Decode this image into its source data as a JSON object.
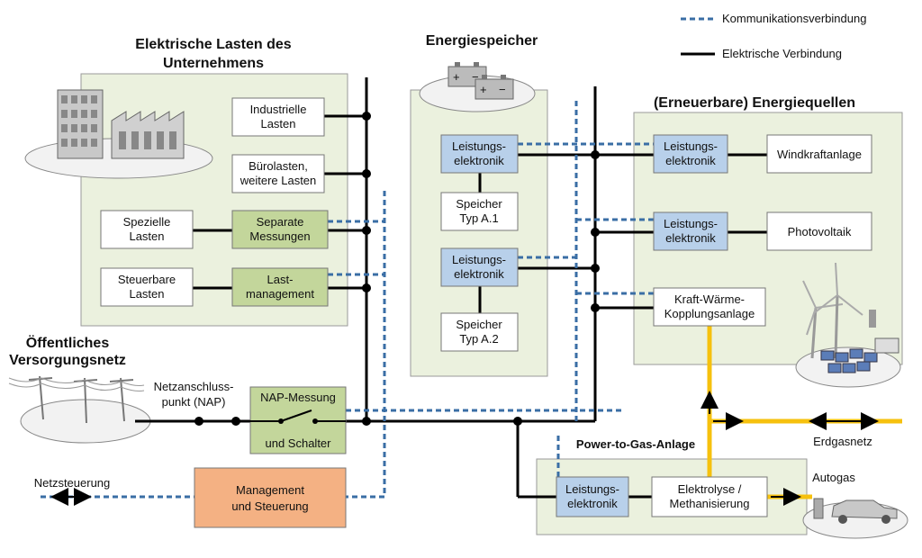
{
  "legend": {
    "communication": "Kommunikationsverbindung",
    "electric": "Elektrische Verbindung"
  },
  "headings": {
    "loads_line1": "Elektrische Lasten des",
    "loads_line2": "Unternehmens",
    "storage": "Energiespeicher",
    "sources": "(Erneuerbare) Energiequellen",
    "grid_line1": "Öffentliches",
    "grid_line2": "Versorgungsnetz",
    "p2g": "Power-to-Gas-Anlage"
  },
  "loads": {
    "industrial": [
      "Industrielle",
      "Lasten"
    ],
    "office": [
      "Bürolasten,",
      "weitere Lasten"
    ],
    "special": [
      "Spezielle",
      "Lasten"
    ],
    "separate": [
      "Separate",
      "Messungen"
    ],
    "controllable": [
      "Steuerbare",
      "Lasten"
    ],
    "lastmgmt": [
      "Last-",
      "management"
    ]
  },
  "storage": {
    "pe1": [
      "Leistungs-",
      "elektronik"
    ],
    "type1": [
      "Speicher",
      "Typ A.1"
    ],
    "pe2": [
      "Leistungs-",
      "elektronik"
    ],
    "type2": [
      "Speicher",
      "Typ A.2"
    ]
  },
  "sources": {
    "pe_wind": [
      "Leistungs-",
      "elektronik"
    ],
    "wind": "Windkraftanlage",
    "pe_pv": [
      "Leistungs-",
      "elektronik"
    ],
    "pv": "Photovoltaik",
    "chp": [
      "Kraft-Wärme-",
      "Kopplungsanlage"
    ]
  },
  "grid": {
    "nap": [
      "Netzanschluss-",
      "punkt (NAP)"
    ],
    "nap_box": [
      "NAP-Messung",
      "und Schalter"
    ],
    "mgmt": [
      "Management",
      "und Steuerung"
    ],
    "control": "Netzsteuerung"
  },
  "p2g": {
    "pe": [
      "Leistungs-",
      "elektronik"
    ],
    "elec": [
      "Elektrolyse /",
      "Methanisierung"
    ],
    "gasnet": "Erdgasnetz",
    "autogas": "Autogas"
  },
  "battery_signs": [
    "+",
    "−",
    "+",
    "−"
  ],
  "colors": {
    "communication": "#3a6ea5",
    "electric": "#000000",
    "gas": "#f6c10e",
    "region": "#ebf1de",
    "power_electronics": "#b8d0ea",
    "measurement": "#c3d69b",
    "management": "#f4b183"
  }
}
